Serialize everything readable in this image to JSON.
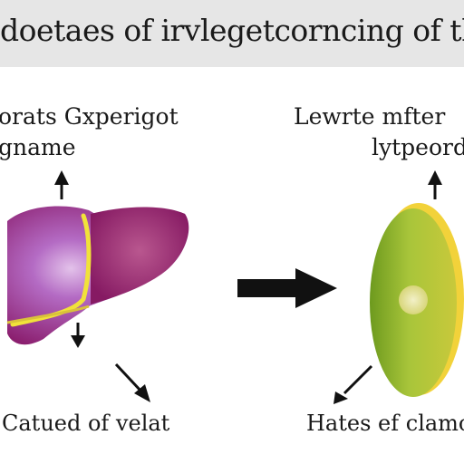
{
  "header": {
    "title": "doetaes of irvlegetcorncing of thfivod"
  },
  "left": {
    "heading_line1": "orats Gxperigot",
    "heading_line2": "gname",
    "caption": "Catued of velat"
  },
  "right": {
    "heading_line1": "Lewrte mfter",
    "heading_line2": "lytpeord",
    "caption": "Hates ef clamo"
  },
  "icons": {
    "organ_left": "liver-illustration",
    "organ_right": "green-oval-organ",
    "transition": "right-arrow-icon"
  },
  "colors": {
    "band": "#e6e6e6",
    "liver": "#8b1f6f",
    "liver_highlight": "#c98ad6",
    "bile_stripe": "#f1e23a",
    "organ_green": "#8ab32a",
    "organ_yellow": "#f2d23a",
    "arrow": "#111111"
  }
}
